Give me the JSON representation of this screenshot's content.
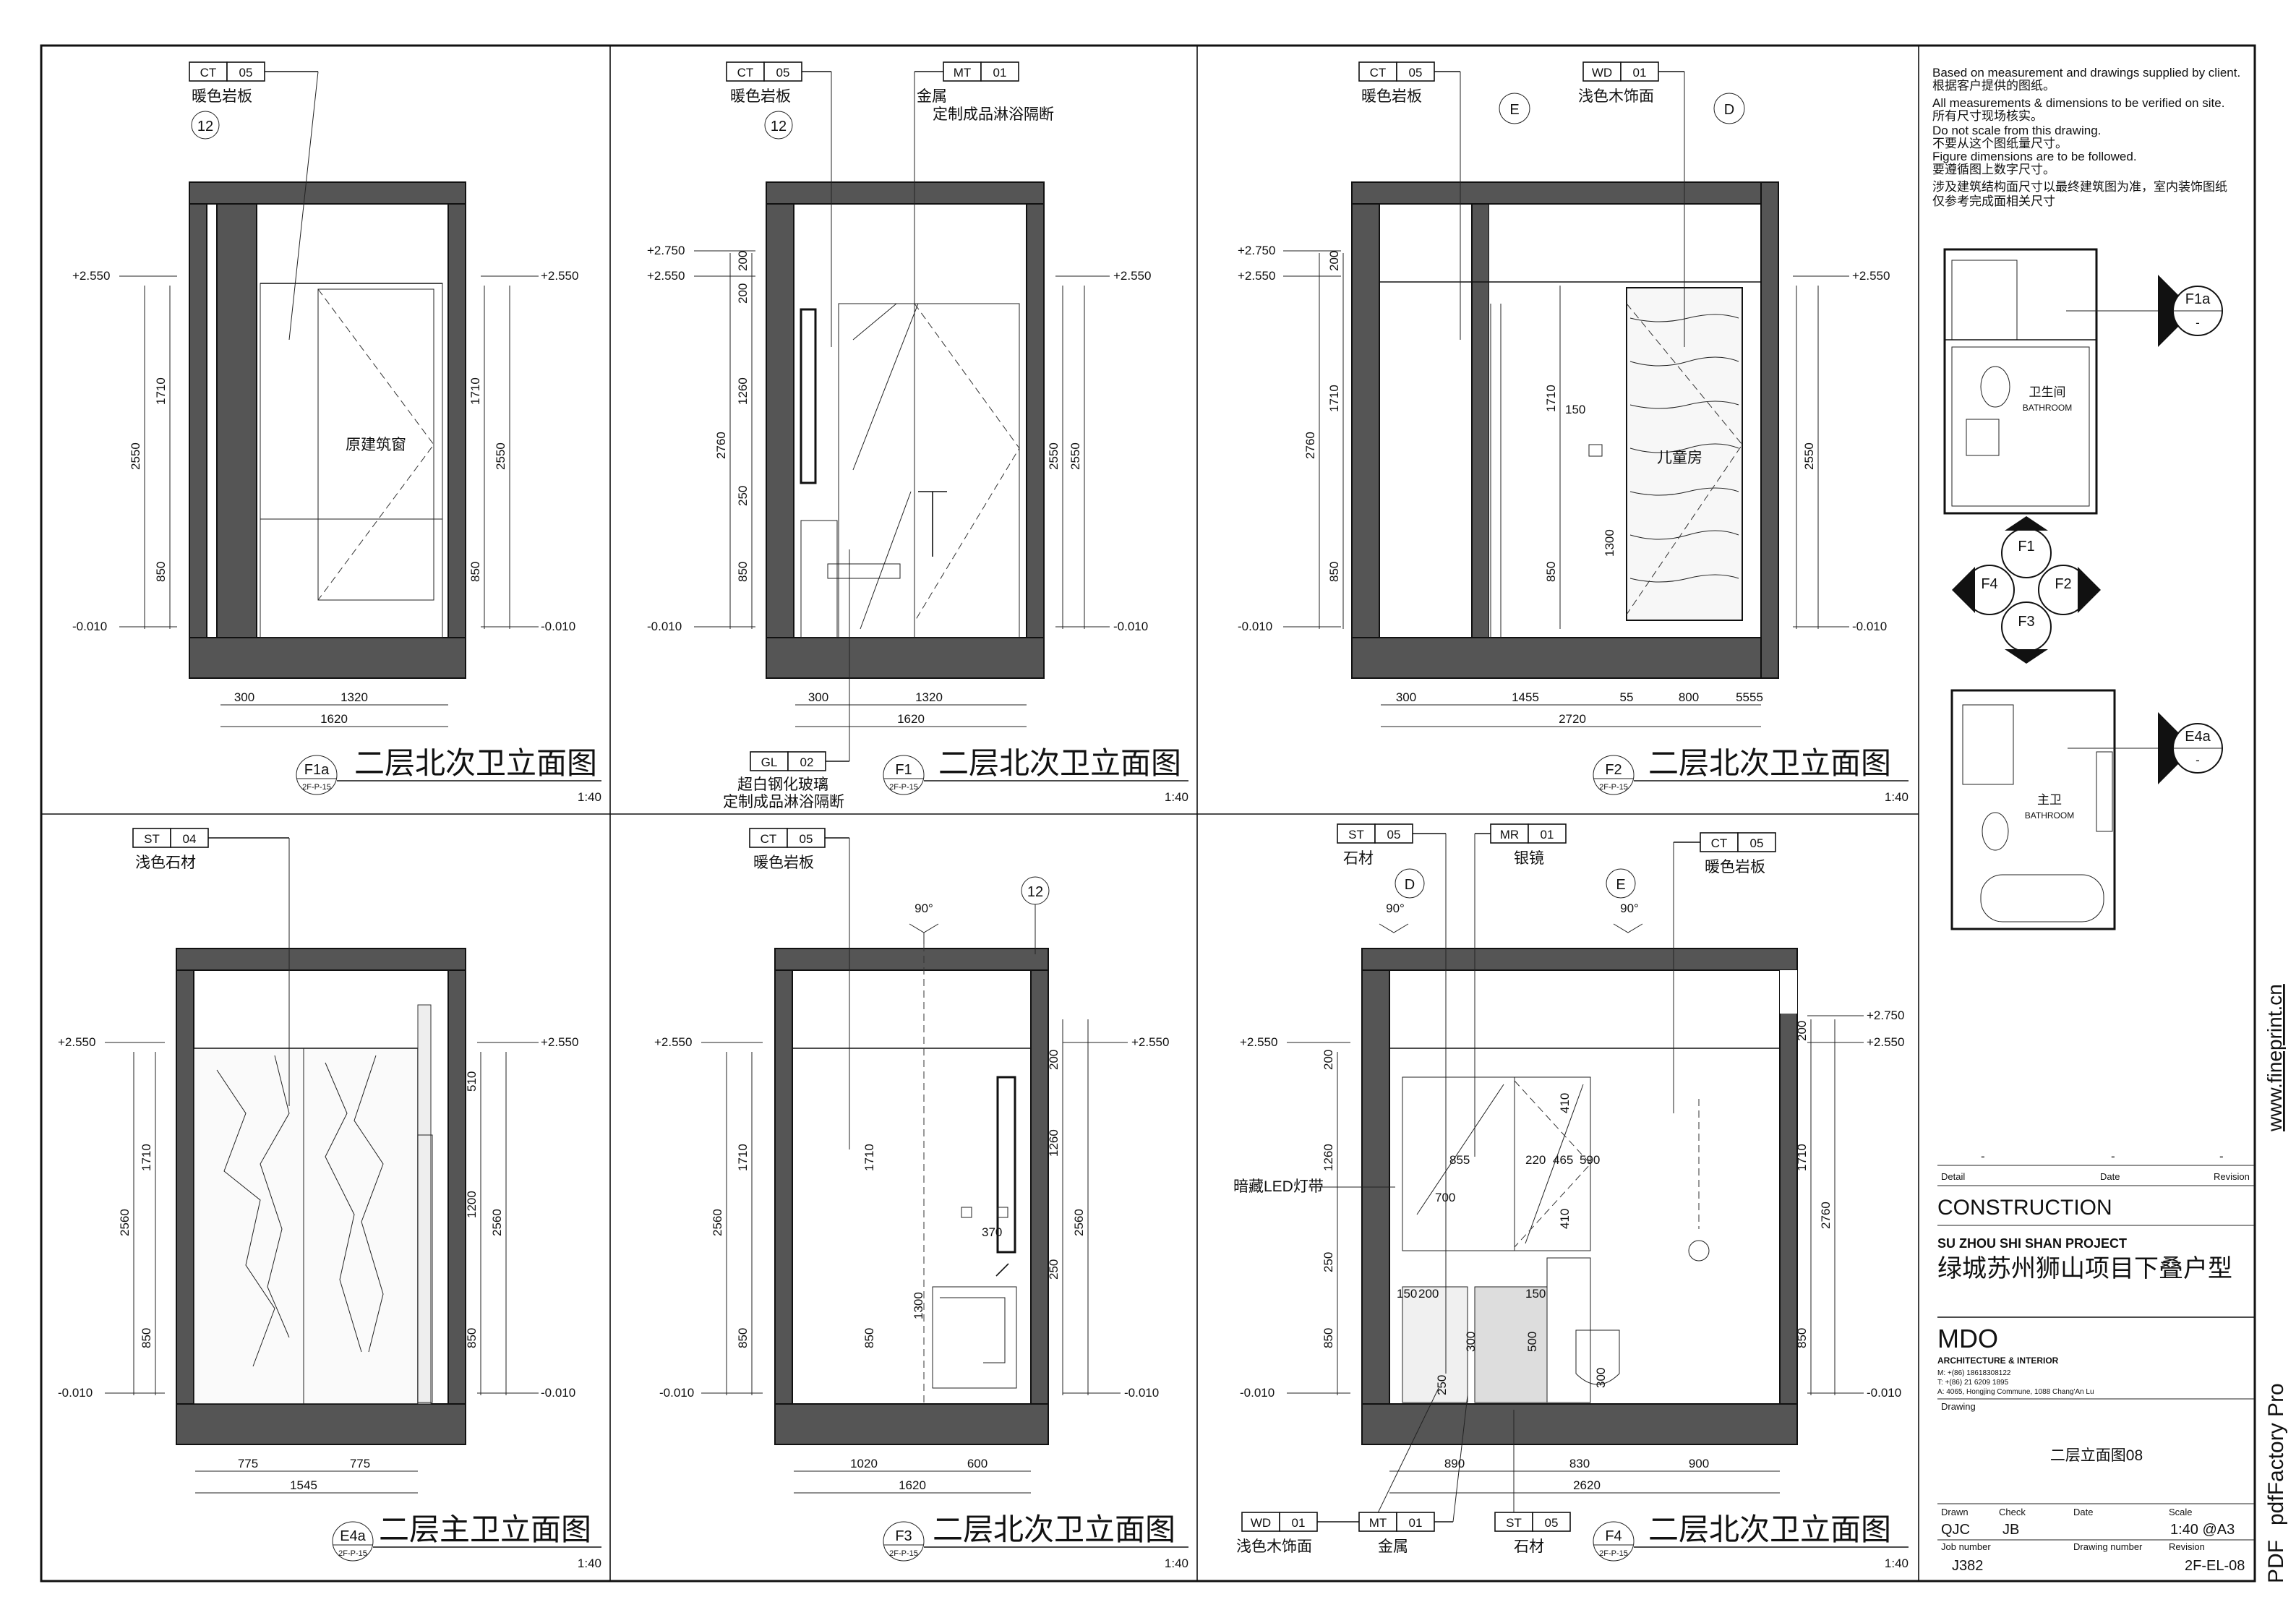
{
  "panels": [
    {
      "id": "F1a",
      "title": "二层北次卫立面图",
      "ref": "2F-P-15",
      "scale": "1:40",
      "tags": [
        {
          "code": "CT",
          "num": "05",
          "label": "暖色岩板"
        }
      ],
      "grid": "12",
      "levels": [
        "+2.550",
        "-0.010",
        "+2.550",
        "-0.010"
      ],
      "dims_v": [
        "1710",
        "850",
        "2550",
        "1710",
        "850",
        "2550"
      ],
      "dims_h": [
        "300",
        "1320",
        "1620"
      ],
      "note": "原建筑窗"
    },
    {
      "id": "F1",
      "title": "二层北次卫立面图",
      "ref": "2F-P-15",
      "scale": "1:40",
      "tags": [
        {
          "code": "CT",
          "num": "05",
          "label": "暖色岩板"
        },
        {
          "code": "MT",
          "num": "01",
          "label": "金属"
        },
        {
          "code": "GL",
          "num": "02",
          "label": "超白钢化玻璃"
        }
      ],
      "extra": [
        "定制成品淋浴隔断",
        "定制成品淋浴隔断"
      ],
      "grid": "12",
      "levels": [
        "+2.750",
        "+2.550",
        "-0.010",
        "+2.550",
        "-0.010"
      ],
      "dims_v": [
        "200",
        "200",
        "1260",
        "250",
        "850",
        "2760",
        "2550",
        "2550"
      ],
      "dims_h": [
        "300",
        "1320",
        "1620"
      ]
    },
    {
      "id": "F2",
      "title": "二层北次卫立面图",
      "ref": "2F-P-15",
      "scale": "1:40",
      "tags": [
        {
          "code": "CT",
          "num": "05",
          "label": "暖色岩板"
        },
        {
          "code": "WD",
          "num": "01",
          "label": "浅色木饰面"
        }
      ],
      "grids": [
        "E",
        "D"
      ],
      "levels": [
        "+2.750",
        "+2.550",
        "-0.010",
        "+2.550",
        "-0.010"
      ],
      "dims_v": [
        "200",
        "1710",
        "850",
        "2760",
        "150",
        "1300",
        "1710",
        "850",
        "2550"
      ],
      "dims_h": [
        "300",
        "1455",
        "55",
        "800",
        "5555",
        "2720"
      ],
      "note": "儿童房"
    },
    {
      "id": "E4a",
      "title": "二层主卫立面图",
      "ref": "2F-P-15",
      "scale": "1:40",
      "tags": [
        {
          "code": "ST",
          "num": "04",
          "label": "浅色石材"
        }
      ],
      "levels": [
        "+2.550",
        "-0.010",
        "+2.550",
        "-0.010"
      ],
      "dims_v": [
        "1710",
        "850",
        "2560",
        "510",
        "1200",
        "850",
        "2560"
      ],
      "dims_h": [
        "775",
        "775",
        "1545"
      ]
    },
    {
      "id": "F3",
      "title": "二层北次卫立面图",
      "ref": "2F-P-15",
      "scale": "1:40",
      "tags": [
        {
          "code": "CT",
          "num": "05",
          "label": "暖色岩板"
        }
      ],
      "grid": "12",
      "angle": "90°",
      "levels": [
        "+2.550",
        "-0.010",
        "+2.550",
        "-0.010"
      ],
      "dims_v": [
        "1710",
        "850",
        "2560",
        "1710",
        "370",
        "1300",
        "850",
        "200",
        "1260",
        "250",
        "2560"
      ],
      "dims_h": [
        "1020",
        "600",
        "1620"
      ]
    },
    {
      "id": "F4",
      "title": "二层北次卫立面图",
      "ref": "2F-P-15",
      "scale": "1:40",
      "tags": [
        {
          "code": "ST",
          "num": "05",
          "label": "石材"
        },
        {
          "code": "MR",
          "num": "01",
          "label": "银镜"
        },
        {
          "code": "CT",
          "num": "05",
          "label": "暖色岩板"
        },
        {
          "code": "WD",
          "num": "01",
          "label": "浅色木饰面"
        },
        {
          "code": "MT",
          "num": "01",
          "label": "金属"
        },
        {
          "code": "ST",
          "num": "05",
          "label": "石材"
        }
      ],
      "grids": [
        "D",
        "E"
      ],
      "angle": "90°",
      "led": "暗藏LED灯带",
      "levels": [
        "+2.550",
        "-0.010",
        "+2.750",
        "+2.550",
        "-0.010"
      ],
      "dims_v": [
        "200",
        "1260",
        "250",
        "850",
        "200",
        "1710",
        "850",
        "2760"
      ],
      "dims_h": [
        "890",
        "830",
        "900",
        "2620"
      ],
      "inner": [
        "855",
        "700",
        "220",
        "590",
        "465",
        "410",
        "410",
        "150",
        "200",
        "150",
        "300",
        "500",
        "300",
        "250"
      ]
    }
  ],
  "notes": [
    "Based on measurement and drawings supplied by client.",
    "根据客户提供的图纸。",
    "All measurements & dimensions to be verified on site.",
    "所有尺寸现场核实。",
    "Do not scale from this drawing.",
    "不要从这个图纸量尺寸。",
    "Figure dimensions are to be followed.",
    "要遵循图上数字尺寸。",
    "涉及建筑结构面尺寸以最终建筑图为准，室内装饰图纸",
    "仅参考完成面相关尺寸"
  ],
  "keyplan": {
    "room1": "卫生间",
    "room1_en": "BATHROOM",
    "room2": "主卫",
    "room2_en": "BATHROOM",
    "tag_f1a": "F1a",
    "tag_e4a": "E4a",
    "dash": "-",
    "compass": [
      "F1",
      "F4",
      "F2",
      "F3"
    ]
  },
  "revision": {
    "detail": "Detail",
    "date": "Date",
    "revision": "Revision",
    "dash": "-"
  },
  "titleblock": {
    "status": "CONSTRUCTION",
    "project_en": "SU ZHOU SHI SHAN PROJECT",
    "project_cn": "绿城苏州狮山项目下叠户型",
    "firm": "MDO",
    "firm_sub": "ARCHITECTURE & INTERIOR",
    "contact": [
      "M:  +(86) 18618308122",
      "T:  +(86) 21 6209 1895",
      "A:  4065, Hongjing Commune, 1088 Chang'An Lu"
    ],
    "drawing_label": "Drawing",
    "drawing_name": "二层立面图08",
    "drawn_label": "Drawn",
    "drawn": "QJC",
    "check_label": "Check",
    "check": "JB",
    "date_label": "Date",
    "scale_label": "Scale",
    "scale": "1:40 @A3",
    "job_label": "Job number",
    "job": "J382",
    "dwgno_label": "Drawing number",
    "rev_label": "Revision",
    "rev": "2F-EL-08"
  },
  "side": {
    "url": "www.fineprint.cn",
    "pdf": "PDF",
    "product": "pdfFactory Pro"
  }
}
